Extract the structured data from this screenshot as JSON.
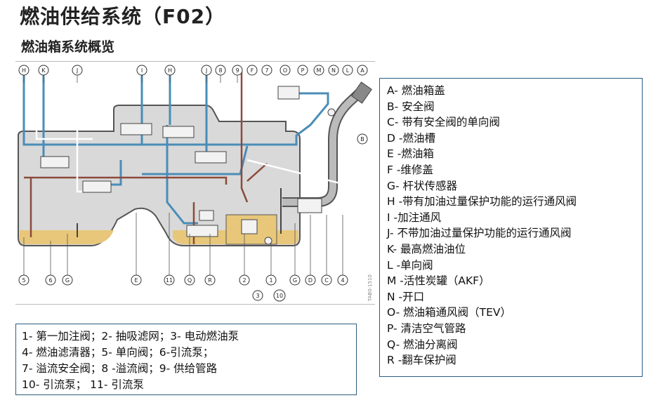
{
  "title": "燃油供给系统（F02）",
  "subtitle": "燃油箱系统概览",
  "diagram": {
    "top_labels": [
      "H",
      "K",
      "J",
      "I",
      "H",
      "J",
      "8",
      "9",
      "F",
      "7",
      "O",
      "P",
      "M",
      "N",
      "L",
      "A"
    ],
    "bottom_labels": [
      "5",
      "6",
      "G",
      "E",
      "11",
      "Q",
      "R",
      "2",
      "3",
      "1",
      "10",
      "G",
      "D",
      "C",
      "4"
    ],
    "side_label": "B",
    "vertical_tag": "TAB0-1510",
    "colors": {
      "tank_fill": "#d9d9d9",
      "tank_stroke": "#555555",
      "fuel": "#e8c77a",
      "vent_line": "#4a8db7",
      "supply_line": "#8b4a3c",
      "white_line": "#ffffff"
    }
  },
  "legend_right": [
    "A- 燃油箱盖",
    "B- 安全阀",
    "C- 带有安全阀的单向阀",
    "D -燃油槽",
    "E -燃油箱",
    "F -维修盖",
    "G- 杆状传感器",
    "H -带有加油过量保护功能的运行通风阀",
    "I -加注通风",
    "J- 不带加油过量保护功能的运行通风阀",
    "K- 最高燃油油位",
    "L -单向阀",
    "M -活性炭罐（AKF）",
    "N -开口",
    "O- 燃油箱通风阀（TEV）",
    "P- 清洁空气管路",
    "Q- 燃油分离阀",
    "R -翻车保护阀"
  ],
  "legend_bottom": [
    "1- 第一加注阀；2- 抽吸滤网；3- 电动燃油泵",
    "4- 燃油滤清器；5- 单向阀；6-引流泵；",
    "7- 溢流安全阀；8 -溢流阀；9- 供给管路",
    "10- 引流泵； 11- 引流泵"
  ]
}
